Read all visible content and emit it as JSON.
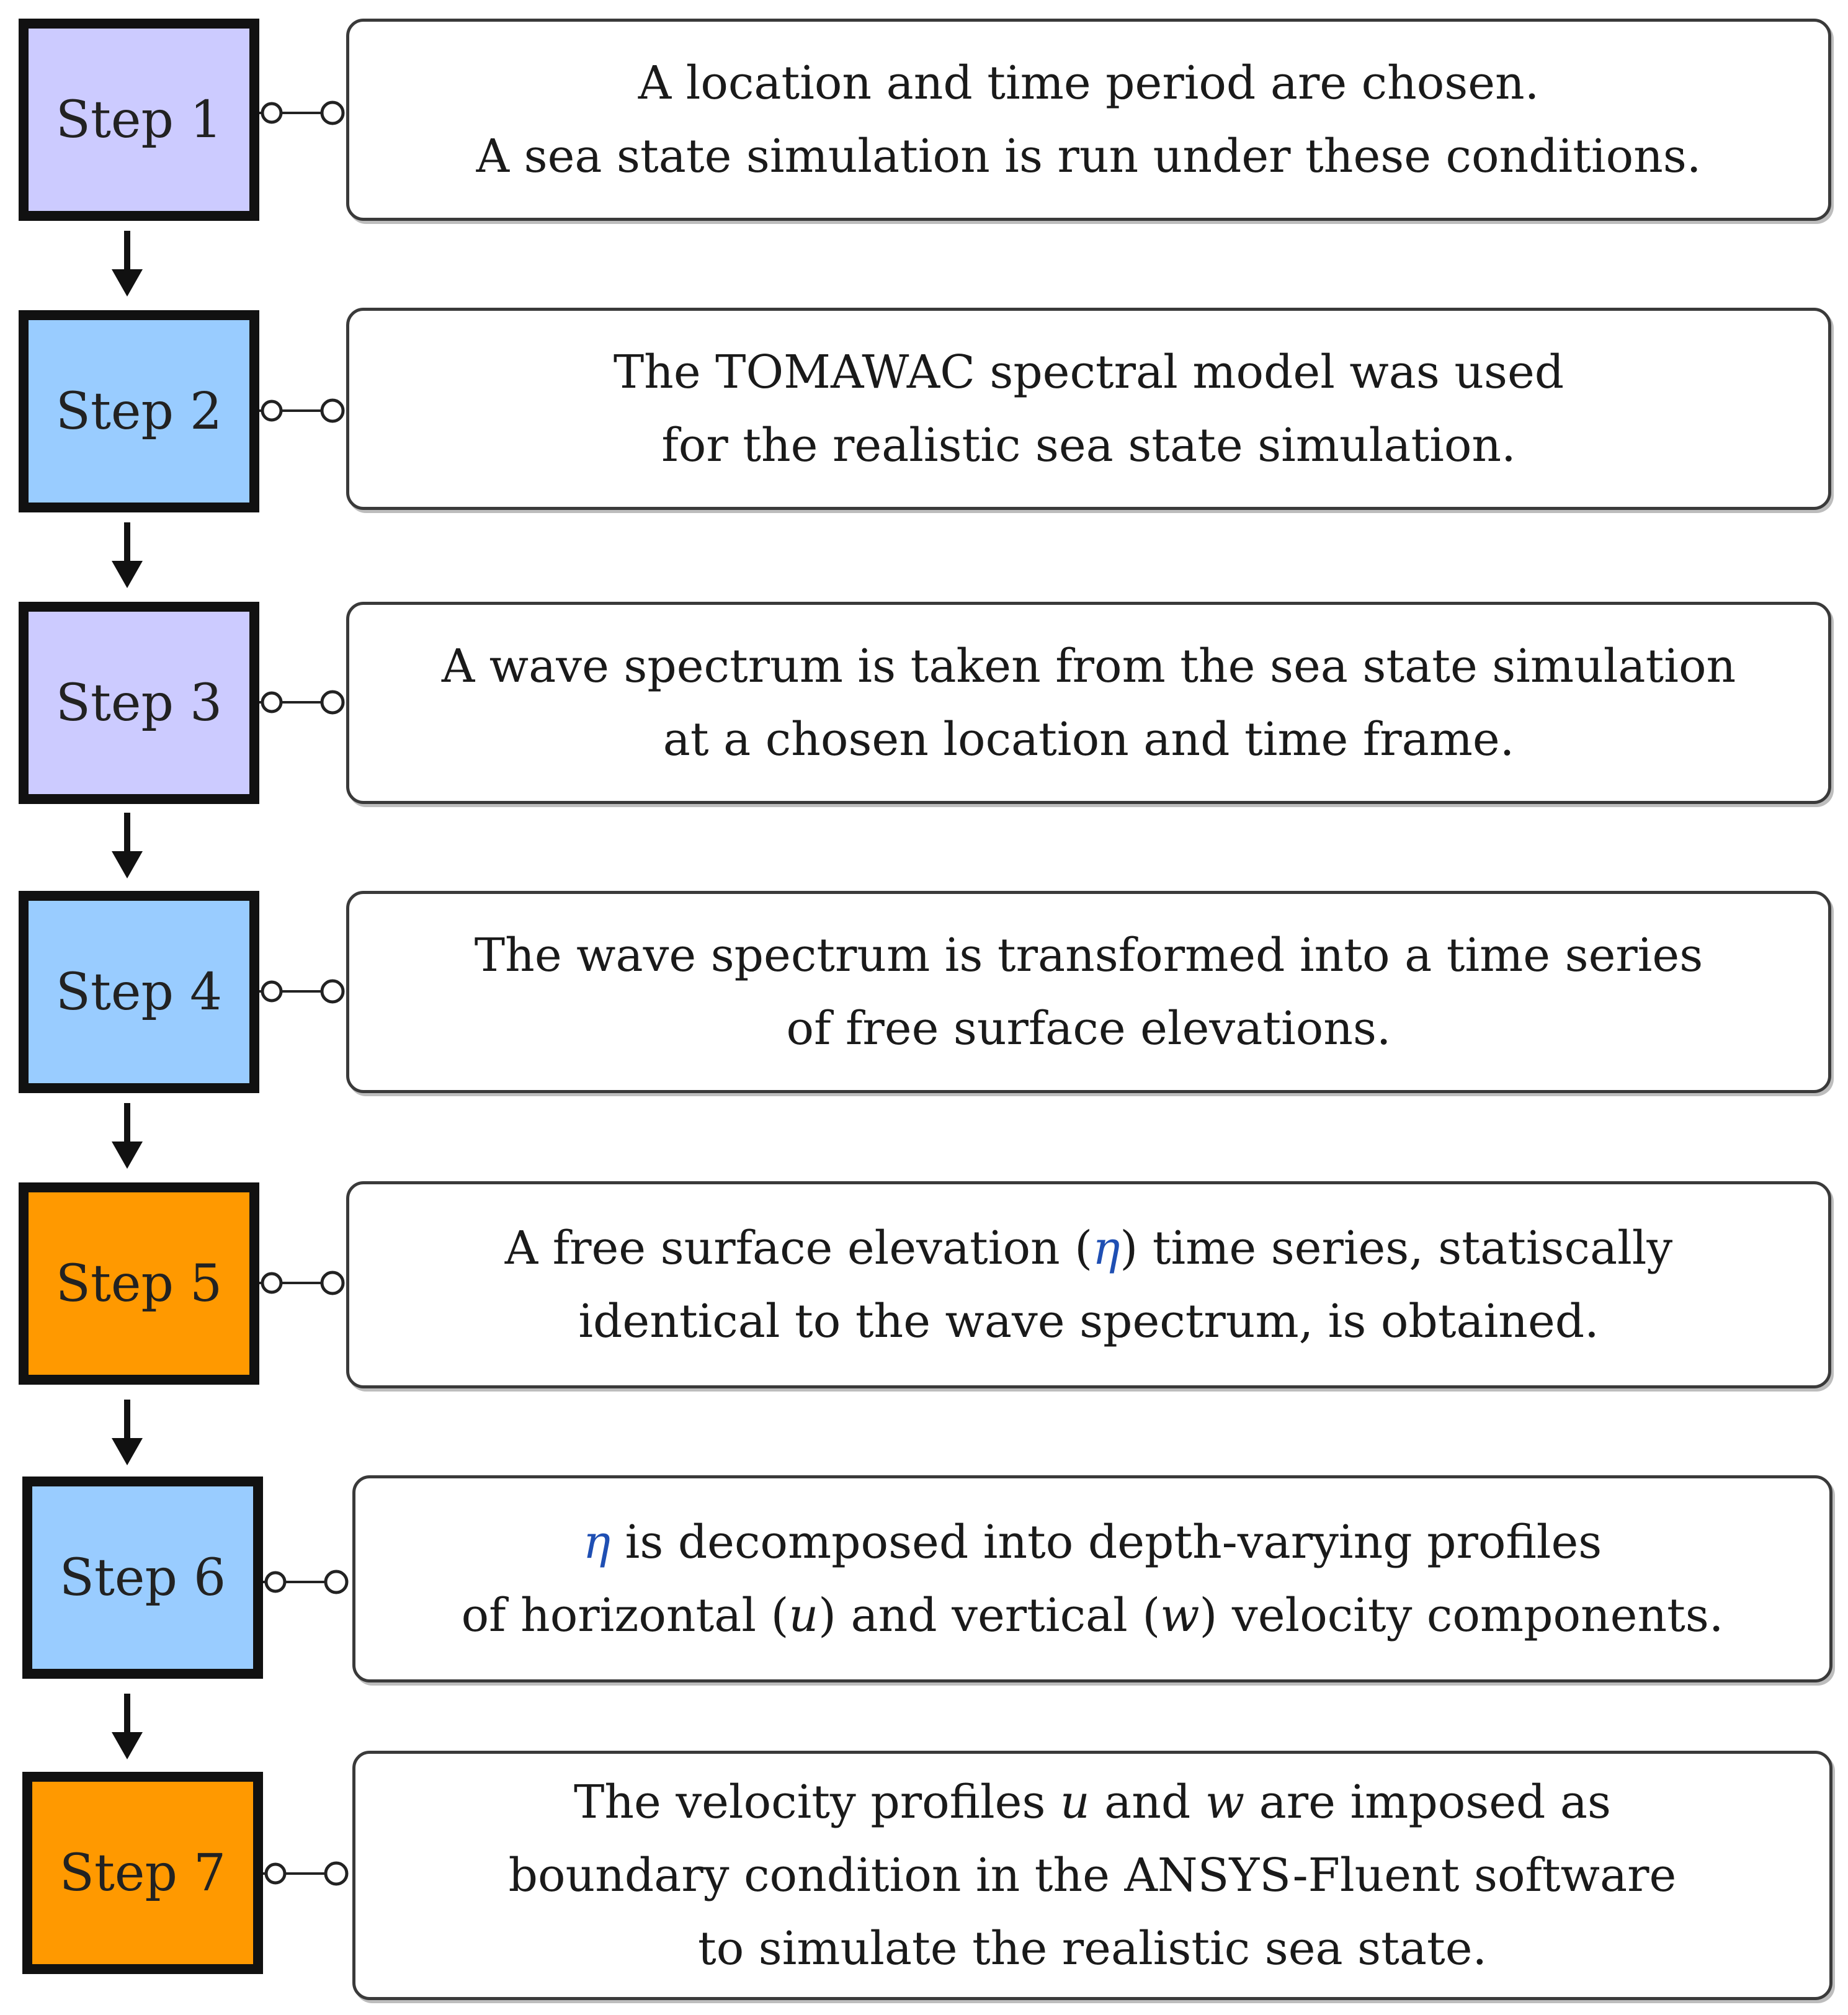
{
  "colors": {
    "lavender": "#cccbff",
    "blue": "#99ccff",
    "orange": "#ff9900",
    "eta": "#1f4fb3"
  },
  "connector_icon": "circle-link-icon",
  "arrow_icon": "down-arrow-icon",
  "steps": [
    {
      "label": "Step 1",
      "color": "#cccbff",
      "lines": [
        "A location and time period are chosen.",
        "A sea state simulation is run under these conditions."
      ]
    },
    {
      "label": "Step 2",
      "color": "#99ccff",
      "lines": [
        "The TOMAWAC spectral model was used",
        "for the realistic sea state simulation."
      ]
    },
    {
      "label": "Step 3",
      "color": "#cccbff",
      "lines": [
        "A wave spectrum is taken from the sea state simulation",
        "at a chosen location and time frame."
      ]
    },
    {
      "label": "Step 4",
      "color": "#99ccff",
      "lines": [
        "The wave spectrum is transformed into a time series",
        "of free surface elevations."
      ]
    },
    {
      "label": "Step 5",
      "color": "#ff9900",
      "line1": {
        "a": "A free surface elevation (",
        "eta": "η",
        "b": ") time series, statiscally"
      },
      "line2": "identical to the wave spectrum, is obtained."
    },
    {
      "label": "Step 6",
      "color": "#99ccff",
      "line1": {
        "eta": "η",
        "b": " is decomposed into depth-varying profiles"
      },
      "line2": {
        "a": "of horizontal (",
        "u": "u",
        "b": ") and vertical (",
        "w": "w",
        "c": ") velocity components."
      }
    },
    {
      "label": "Step 7",
      "color": "#ff9900",
      "line1": {
        "a": "The velocity profiles ",
        "u": "u",
        "b": " and ",
        "w": "w",
        "c": " are imposed as"
      },
      "line2": "boundary condition in the ANSYS-Fluent software",
      "line3": "to simulate the realistic sea state."
    }
  ]
}
